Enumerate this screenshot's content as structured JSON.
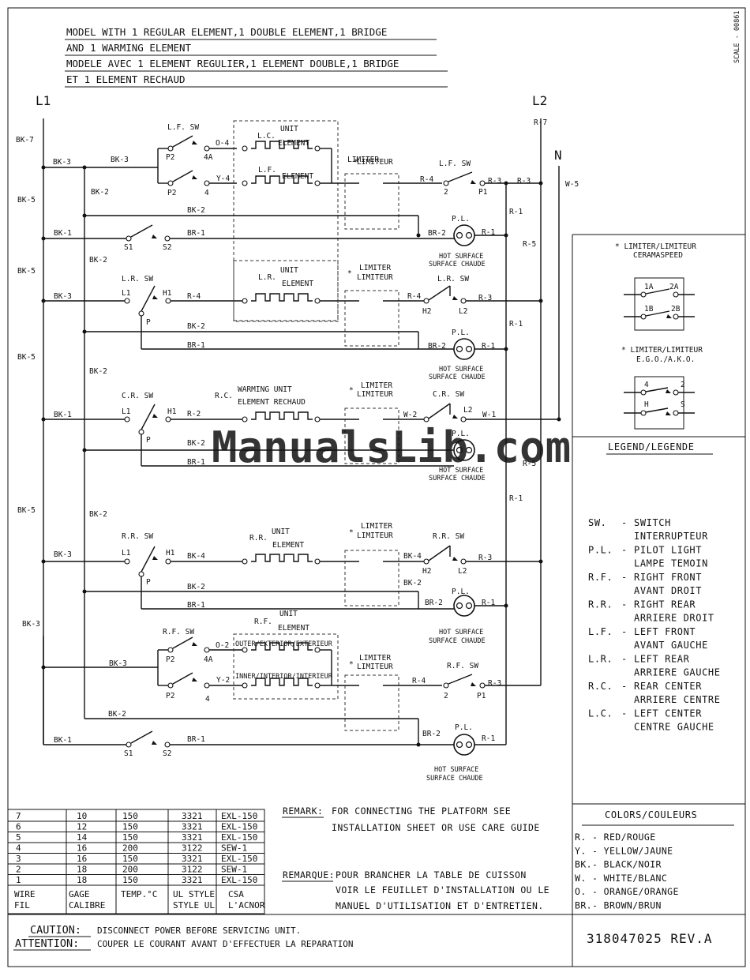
{
  "header": {
    "title_lines": [
      "MODEL WITH 1 REGULAR ELEMENT,1 DOUBLE ELEMENT,1 BRIDGE",
      "AND 1 WARMING ELEMENT",
      "MODELE AVEC 1 ELEMENT REGULIER,1 ELEMENT DOUBLE,1 BRIDGE",
      "ET 1 ELEMENT RECHAUD"
    ],
    "corner_code": "SCALE - 00861"
  },
  "lines": {
    "l1": "L1",
    "l2": "L2",
    "n": "N",
    "l2_wire": "R-7",
    "n_wire": "W-5",
    "l1_wire": "BK-7"
  },
  "circuits": {
    "lf": {
      "switch": "L.F. SW",
      "unit": "L.C.",
      "unit_label": "UNIT",
      "element": "ELEMENT",
      "unit2": "L.F.",
      "element2": "ELEMENT",
      "p2a": "P2",
      "p2b": "P2",
      "t4a": "4A",
      "t4": "4",
      "o4": "O-4",
      "y4": "Y-4",
      "bk3a": "BK-3",
      "bk3b": "BK-3",
      "bk2": "BK-2",
      "bk5": "BK-5",
      "bk1": "BK-1",
      "s1": "S1",
      "s2": "S2",
      "br1": "BR-1",
      "bk2b": "BK-2",
      "limiter": "LIMITER",
      "limiteur": "LIMITEUR",
      "r4": "R-4",
      "sw2": "L.F. SW",
      "t2": "2",
      "p1": "P1",
      "r3": "R-3",
      "r3b": "R-3",
      "r1": "R-1",
      "pl": "P.L.",
      "br2": "BR-2",
      "r1b": "R-1",
      "hot1": "HOT SURFACE",
      "hot2": "SURFACE CHAUDE",
      "r5": "R-5"
    },
    "lr": {
      "switch": "L.R. SW",
      "l1": "L1",
      "h1": "H1",
      "p": "P",
      "r4": "R-4",
      "unit": "L.R.",
      "unit_label": "UNIT",
      "element": "ELEMENT",
      "bk3": "BK-3",
      "bk5": "BK-5",
      "bk2": "BK-2",
      "br1": "BR-1",
      "limiter": "LIMITER",
      "limiteur": "LIMITEUR",
      "r4b": "R-4",
      "sw2": "L.R. SW",
      "h2": "H2",
      "l2": "L2",
      "r3": "R-3",
      "r1": "R-1",
      "pl": "P.L.",
      "br2": "BR-2",
      "r1b": "R-1",
      "hot1": "HOT SURFACE",
      "hot2": "SURFACE CHAUDE"
    },
    "cr": {
      "switch": "C.R. SW",
      "l1": "L1",
      "h1": "H1",
      "p": "P",
      "r2": "R-2",
      "unit": "R.C.",
      "unit_label": "WARMING UNIT",
      "element": "ELEMENT RECHAUD",
      "bk1": "BK-1",
      "bk5": "BK-5",
      "bk2": "BK-2",
      "bk2b": "BK-2",
      "br1": "BR-1",
      "limiter": "LIMITER",
      "limiteur": "LIMITEUR",
      "w2": "W-2",
      "sw2": "C.R. SW",
      "l2": "L2",
      "w1": "W-1",
      "pl": "P.L.",
      "hot1": "HOT SURFACE",
      "hot2": "SURFACE CHAUDE",
      "r5": "R-5",
      "r1": "R-1"
    },
    "rr": {
      "switch": "R.R. SW",
      "l1": "L1",
      "h1": "H1",
      "p": "P",
      "bk4": "BK-4",
      "unit": "R.R.",
      "unit_label": "UNIT",
      "element": "ELEMENT",
      "bk3": "BK-3",
      "bk5": "BK-5",
      "bk2": "BK-2",
      "bk2b": "BK-2",
      "br1": "BR-1",
      "limiter": "LIMITER",
      "limiteur": "LIMITEUR",
      "bk4b": "BK-4",
      "sw2": "R.R. SW",
      "h2": "H2",
      "l2": "L2",
      "r3": "R-3",
      "bk2c": "BK-2",
      "pl": "P.L.",
      "br2": "BR-2",
      "r1": "R-1",
      "hot1": "HOT SURFACE",
      "hot2": "SURFACE CHAUDE"
    },
    "rf": {
      "switch": "R.F. SW",
      "unit_label": "UNIT",
      "unit": "R.F.",
      "element": "ELEMENT",
      "outer": "OUTER/EXTERIOR/EXTERIEUR",
      "inner": "INNER/INTERIOR/INTERIEUR",
      "p2a": "P2",
      "p2b": "P2",
      "t4a": "4A",
      "t4": "4",
      "o2": "O-2",
      "y2": "Y-2",
      "bk3": "BK-3",
      "bk3side": "BK-3",
      "bk2": "BK-2",
      "bk1": "BK-1",
      "s1": "S1",
      "s2": "S2",
      "br1": "BR-1",
      "limiter": "LIMITER",
      "limiteur": "LIMITEUR",
      "r4": "R-4",
      "sw2": "R.F. SW",
      "t2": "2",
      "p1": "P1",
      "r3": "R-3",
      "pl": "P.L.",
      "br2": "BR-2",
      "r1": "R-1",
      "hot1": "HOT SURFACE",
      "hot2": "SURFACE CHAUDE"
    }
  },
  "limiter_box": {
    "cs_title1": "* LIMITER/LIMITEUR",
    "cs_title2": "CERAMASPEED",
    "cs_t1a": "1A",
    "cs_t2a": "2A",
    "cs_t1b": "1B",
    "cs_t2b": "2B",
    "ego_title1": "* LIMITER/LIMITEUR",
    "ego_title2": "E.G.O./A.K.O.",
    "ego_t4": "4",
    "ego_t2": "2",
    "ego_h": "H",
    "ego_s": "S"
  },
  "legend": {
    "title": "LEGEND/LEGENDE",
    "items": [
      {
        "abbr": "SW.",
        "en": "SWITCH",
        "fr": "INTERRUPTEUR"
      },
      {
        "abbr": "P.L.",
        "en": "PILOT LIGHT",
        "fr": "LAMPE TEMOIN"
      },
      {
        "abbr": "R.F.",
        "en": "RIGHT FRONT",
        "fr": "AVANT DROIT"
      },
      {
        "abbr": "R.R.",
        "en": "RIGHT REAR",
        "fr": "ARRIERE DROIT"
      },
      {
        "abbr": "L.F.",
        "en": "LEFT FRONT",
        "fr": "AVANT GAUCHE"
      },
      {
        "abbr": "L.R.",
        "en": "LEFT REAR",
        "fr": "ARRIERE GAUCHE"
      },
      {
        "abbr": "R.C.",
        "en": "REAR CENTER",
        "fr": "ARRIERE CENTRE"
      },
      {
        "abbr": "L.C.",
        "en": "LEFT CENTER",
        "fr": "CENTRE GAUCHE"
      }
    ]
  },
  "colors": {
    "title": "COLORS/COULEURS",
    "items": [
      "R. - RED/ROUGE",
      "Y. - YELLOW/JAUNE",
      "BK.- BLACK/NOIR",
      "W. - WHITE/BLANC",
      "O. - ORANGE/ORANGE",
      "BR.- BROWN/BRUN"
    ]
  },
  "wire_table": {
    "rows": [
      [
        "7",
        "10",
        "150",
        "3321",
        "EXL-150"
      ],
      [
        "6",
        "12",
        "150",
        "3321",
        "EXL-150"
      ],
      [
        "5",
        "14",
        "150",
        "3321",
        "EXL-150"
      ],
      [
        "4",
        "16",
        "200",
        "3122",
        "SEW-1"
      ],
      [
        "3",
        "16",
        "150",
        "3321",
        "EXL-150"
      ],
      [
        "2",
        "18",
        "200",
        "3122",
        "SEW-1"
      ],
      [
        "1",
        "18",
        "150",
        "3321",
        "EXL-150"
      ]
    ],
    "headers": [
      [
        "WIRE",
        "FIL"
      ],
      [
        "GAGE",
        "CALIBRE"
      ],
      [
        "TEMP.°C",
        ""
      ],
      [
        "UL STYLE",
        "STYLE UL"
      ],
      [
        "CSA",
        "L'ACNOR"
      ]
    ]
  },
  "remarks": {
    "remark_label": "REMARK:",
    "remark_lines": [
      "FOR CONNECTING THE PLATFORM SEE",
      "INSTALLATION SHEET OR USE CARE GUIDE"
    ],
    "remarque_label": "REMARQUE:",
    "remarque_lines": [
      "POUR BRANCHER LA TABLE DE CUISSON",
      "VOIR LE FEUILLET D'INSTALLATION OU LE",
      "MANUEL D'UTILISATION ET D'ENTRETIEN."
    ]
  },
  "caution": {
    "caution_label": "CAUTION:",
    "caution_text": "DISCONNECT POWER BEFORE SERVICING UNIT.",
    "attention_label": "ATTENTION:",
    "attention_text": "COUPER LE COURANT AVANT D'EFFECTUER LA REPARATION"
  },
  "part_number": "318047025 REV.A",
  "watermark": "ManualsLib.com"
}
